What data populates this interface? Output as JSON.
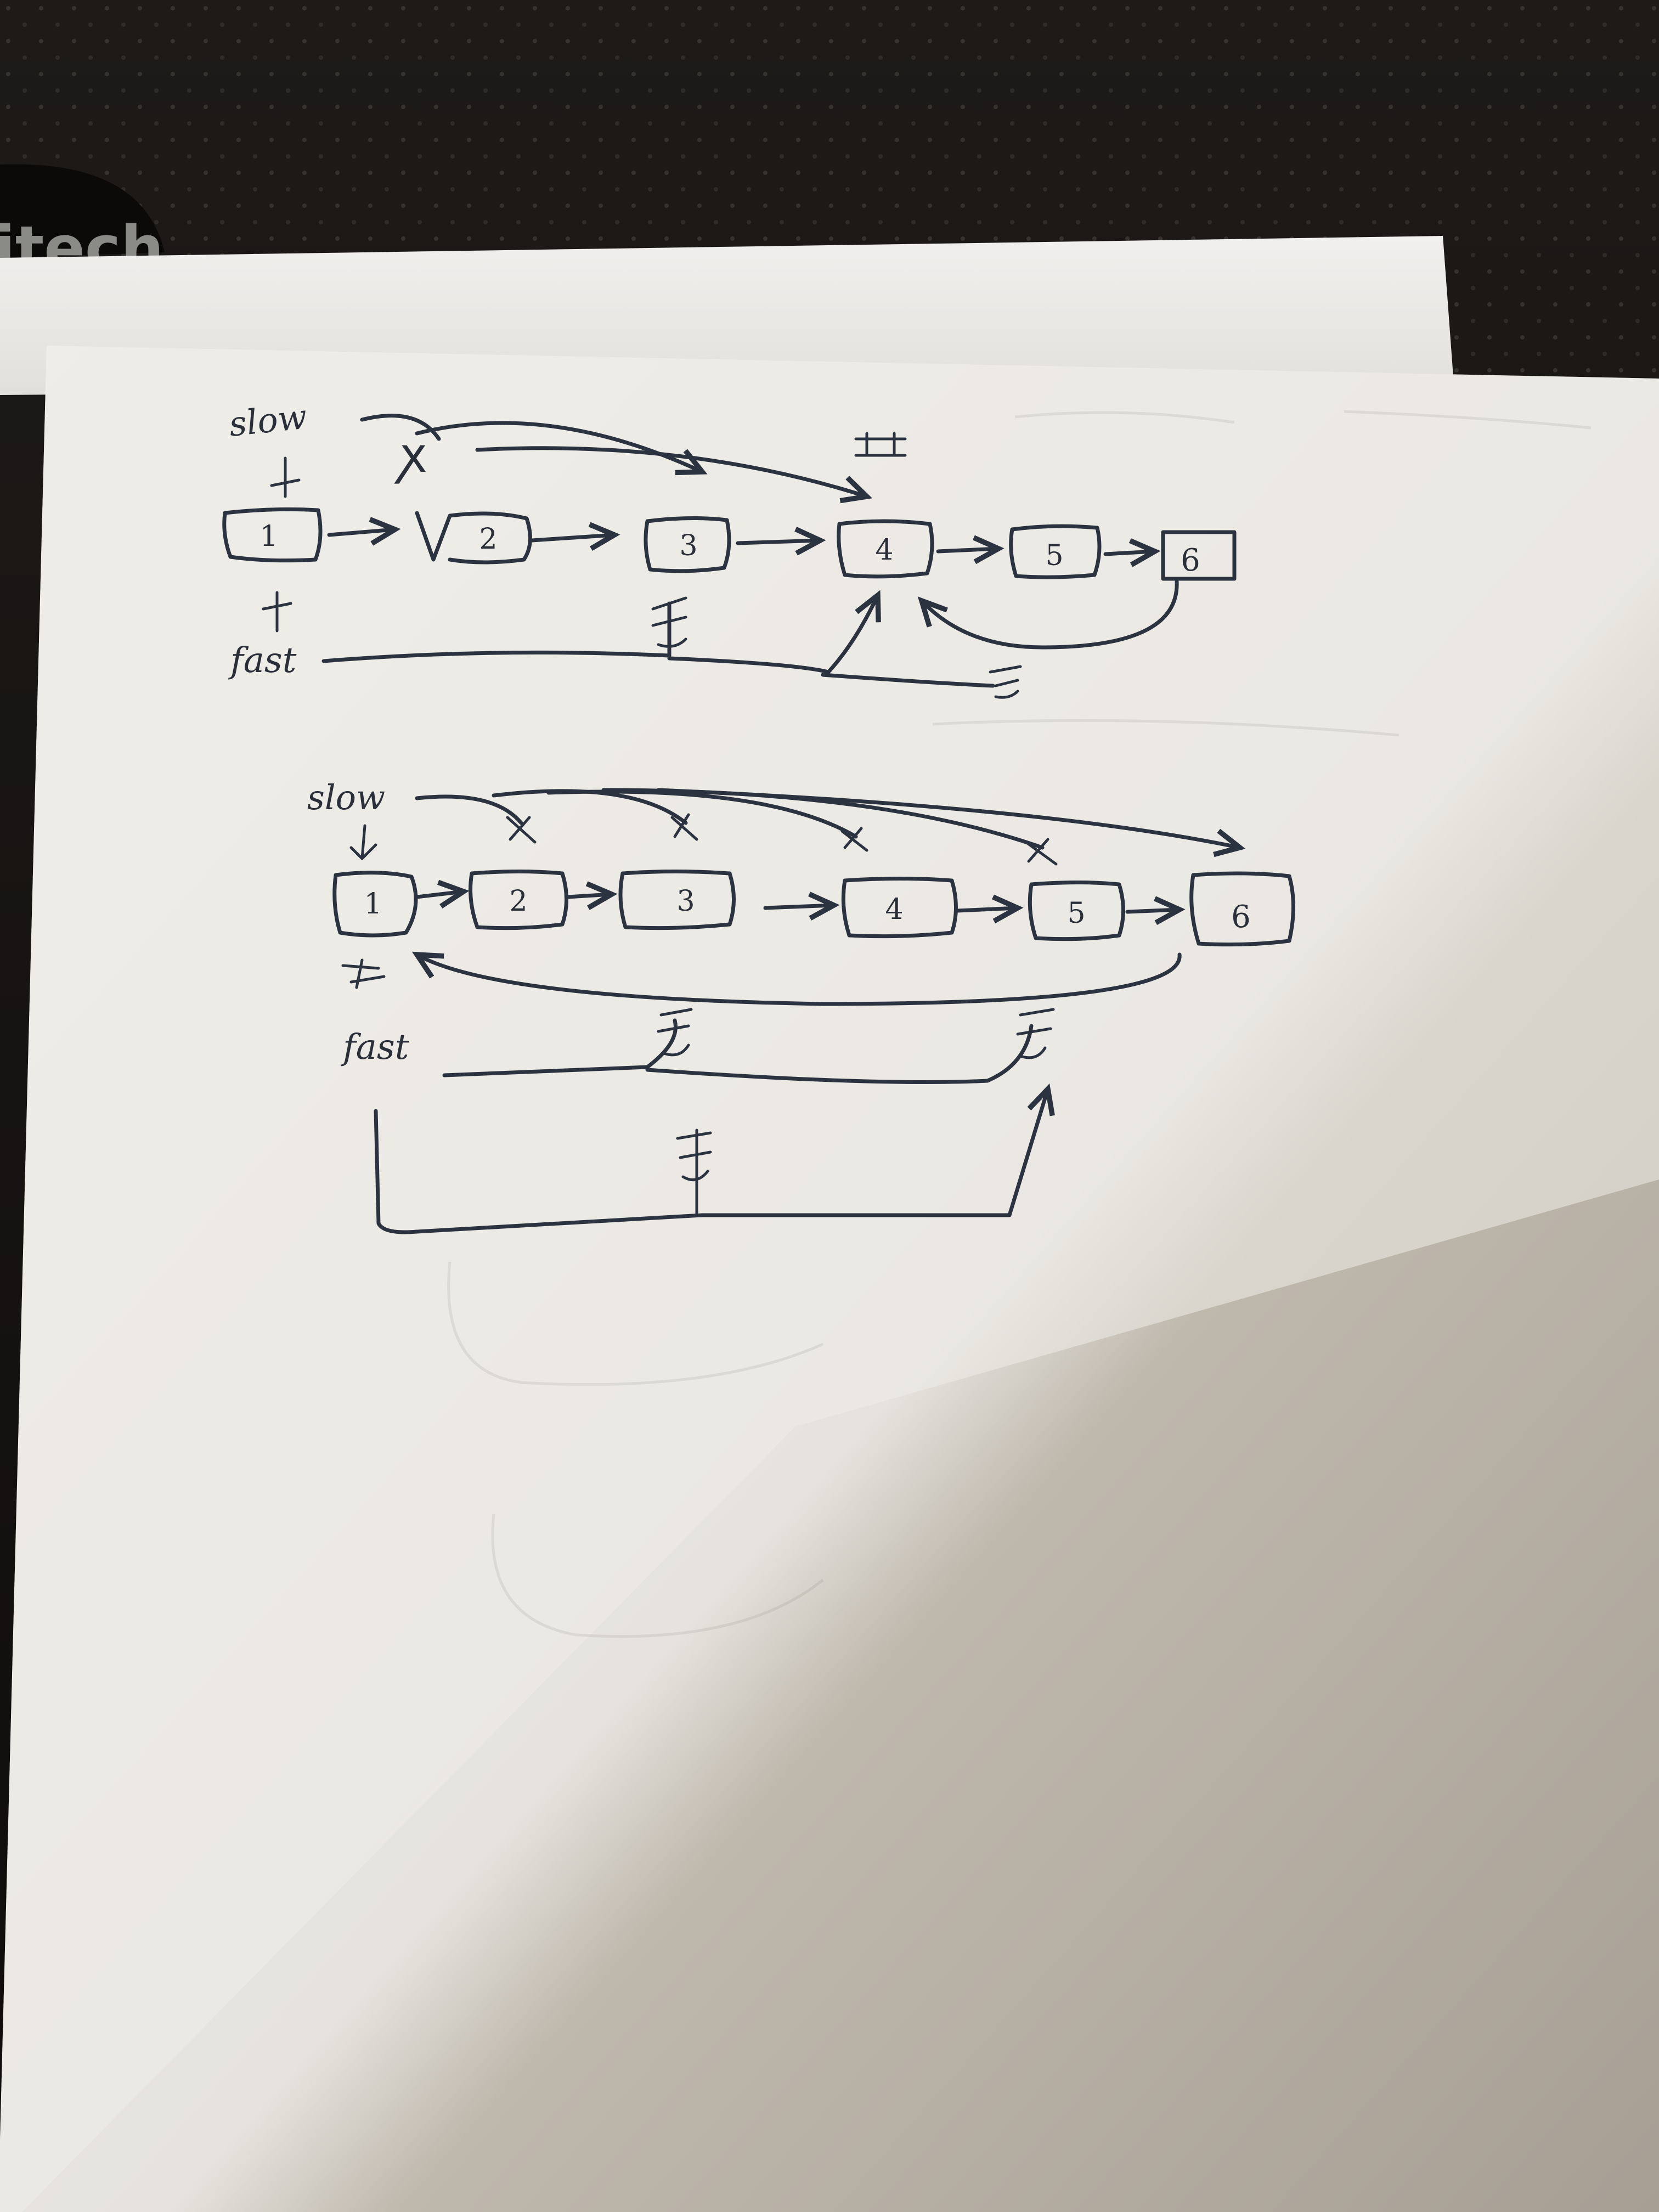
{
  "brand_text": "itech",
  "colors": {
    "background": "#191614",
    "paper": "#e9e7e3",
    "ink": "#2b3240"
  },
  "diagram_top": {
    "slow_label": "slow",
    "fast_label": "fast",
    "nodes": [
      "1",
      "2",
      "3",
      "4",
      "5",
      "6"
    ],
    "cycle_target": "4"
  },
  "diagram_bottom": {
    "slow_label": "slow",
    "fast_label": "fast",
    "nodes": [
      "1",
      "2",
      "3",
      "4",
      "5",
      "6"
    ],
    "cycle_target": "1"
  }
}
